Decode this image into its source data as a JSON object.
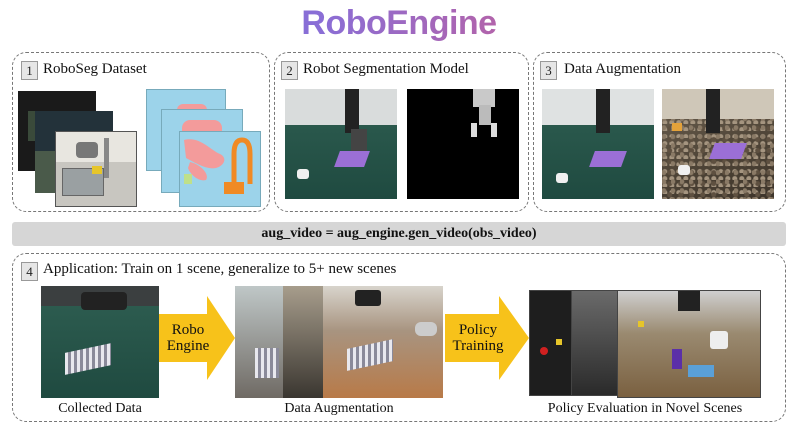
{
  "title": "RoboEngine",
  "panels": {
    "p1": {
      "num": "1",
      "title": "RoboSeg Dataset"
    },
    "p2": {
      "num": "2",
      "title": "Robot Segmentation Model"
    },
    "p3": {
      "num": "3",
      "title": "Data Augmentation"
    },
    "p4": {
      "num": "4",
      "title": "Application: Train on 1 scene, generalize to 5+ new scenes"
    }
  },
  "code": "aug_video = aug_engine.gen_video(obs_video)",
  "arrows": {
    "roboengine": {
      "line1": "Robo",
      "line2": "Engine"
    },
    "policy": {
      "line1": "Policy",
      "line2": "Training"
    }
  },
  "captions": {
    "collected": "Collected Data",
    "augmentation": "Data Augmentation",
    "evaluation": "Policy Evaluation in Novel Scenes"
  },
  "colors": {
    "arrow_fill": "#f7c21a",
    "mask_blue": "#9cd3ea",
    "mask_pink": "#f39b9b",
    "mask_orange": "#f08a24",
    "table_green": "#255247",
    "purple_cloth": "#9b6fd6"
  }
}
